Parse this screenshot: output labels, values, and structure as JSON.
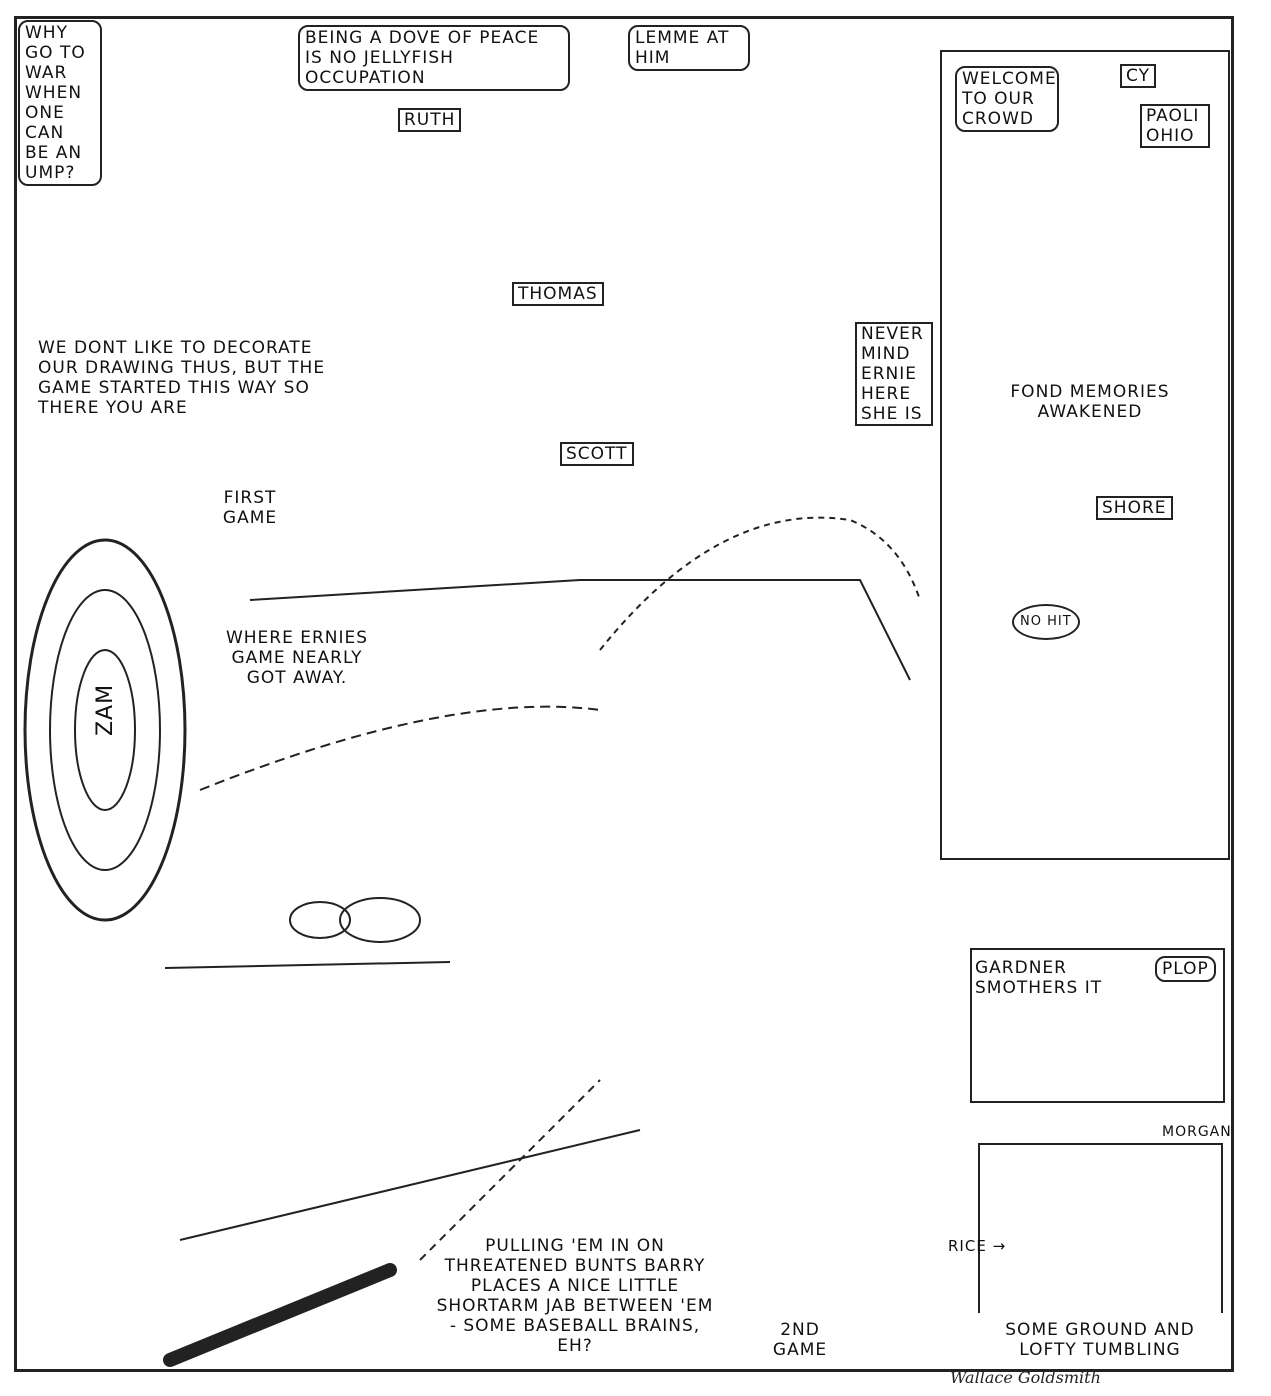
{
  "captions": {
    "why_war": "Why go to war when one can be an ump?",
    "dove": "Being a dove of peace is no jellyfish occupation",
    "lemme": "Lemme at him",
    "ruth": "Ruth",
    "thomas": "Thomas",
    "welcome": "Welcome to our crowd",
    "cy": "Cy",
    "paoli": "Paoli Ohio",
    "fond": "Fond memories awakened",
    "decorate": "We dont like to decorate our drawing thus, but the game started this way so there you are",
    "never_mind": "Never mind Ernie here she is",
    "scott": "Scott",
    "first_game": "First game",
    "shore": "Shore",
    "no_hit": "No hit",
    "where_ernies": "Where Ernies game nearly got away.",
    "zam": "Zam",
    "gardner": "Gardner smothers it",
    "plop": "Plop",
    "morgan": "Morgan",
    "rice": "Rice →",
    "tumbling": "Some ground and lofty tumbling",
    "pulling": "Pulling 'em in on threatened bunts Barry places a nice little shortarm jab between 'em - some baseball brains, eh?",
    "second_game": "2nd game"
  },
  "signature": "Wallace Goldsmith"
}
